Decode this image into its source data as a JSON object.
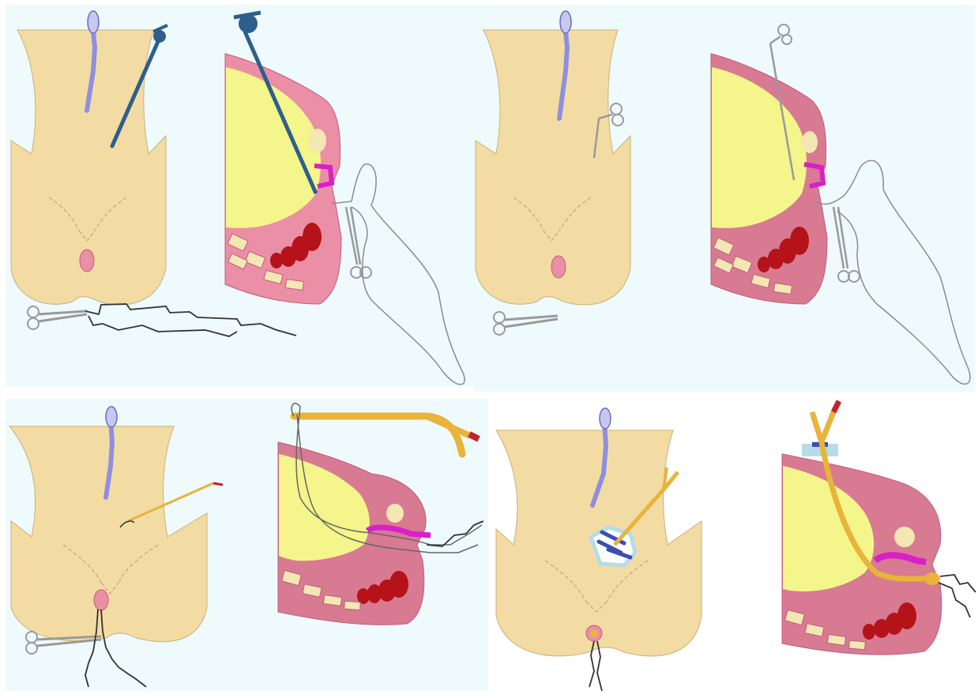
{
  "figure": {
    "panels": [
      {
        "id": "step-1",
        "views": [
          "frontal",
          "sagittal"
        ],
        "instruments": [
          "umbilical-port",
          "ureteral-catheter",
          "blue-trocar",
          "hemostat-clamp",
          "suture-thread"
        ]
      },
      {
        "id": "step-2",
        "views": [
          "frontal",
          "sagittal"
        ],
        "instruments": [
          "umbilical-port",
          "ureteral-catheter",
          "grasping-forceps",
          "hemostat-clamp",
          "suture-loop"
        ]
      },
      {
        "id": "step-3",
        "views": [
          "frontal",
          "sagittal"
        ],
        "instruments": [
          "umbilical-port",
          "ureteral-catheter",
          "foley-catheter",
          "hemostat-clamp",
          "suture-thread"
        ]
      },
      {
        "id": "step-4",
        "views": [
          "frontal",
          "sagittal"
        ],
        "instruments": [
          "umbilical-port",
          "ureteral-catheter",
          "foley-catheter",
          "stabilizing-plate",
          "suture-thread"
        ]
      }
    ]
  },
  "colors": {
    "panel_background": "#eefafc",
    "skin": "#f3dca3",
    "skin_outline": "#c9b07a",
    "tissue_pink": "#d87a92",
    "tissue_pink_light": "#ea8fa6",
    "bladder_yellow": "#f4f58a",
    "vertebra_cream": "#f3e7b4",
    "rectum_red": "#b5121a",
    "urethra_magenta": "#d81fc9",
    "trocar_blue": "#2e5f8c",
    "catheter_lavender": "#8f8fe0",
    "foley_orange": "#e8b43a",
    "foley_tip_red": "#c4212f",
    "instrument_gray": "#9a9a9a",
    "suture_dark": "#333333",
    "suture_light": "#8c8c8c",
    "plate_lightblue": "#b8dbe8"
  }
}
